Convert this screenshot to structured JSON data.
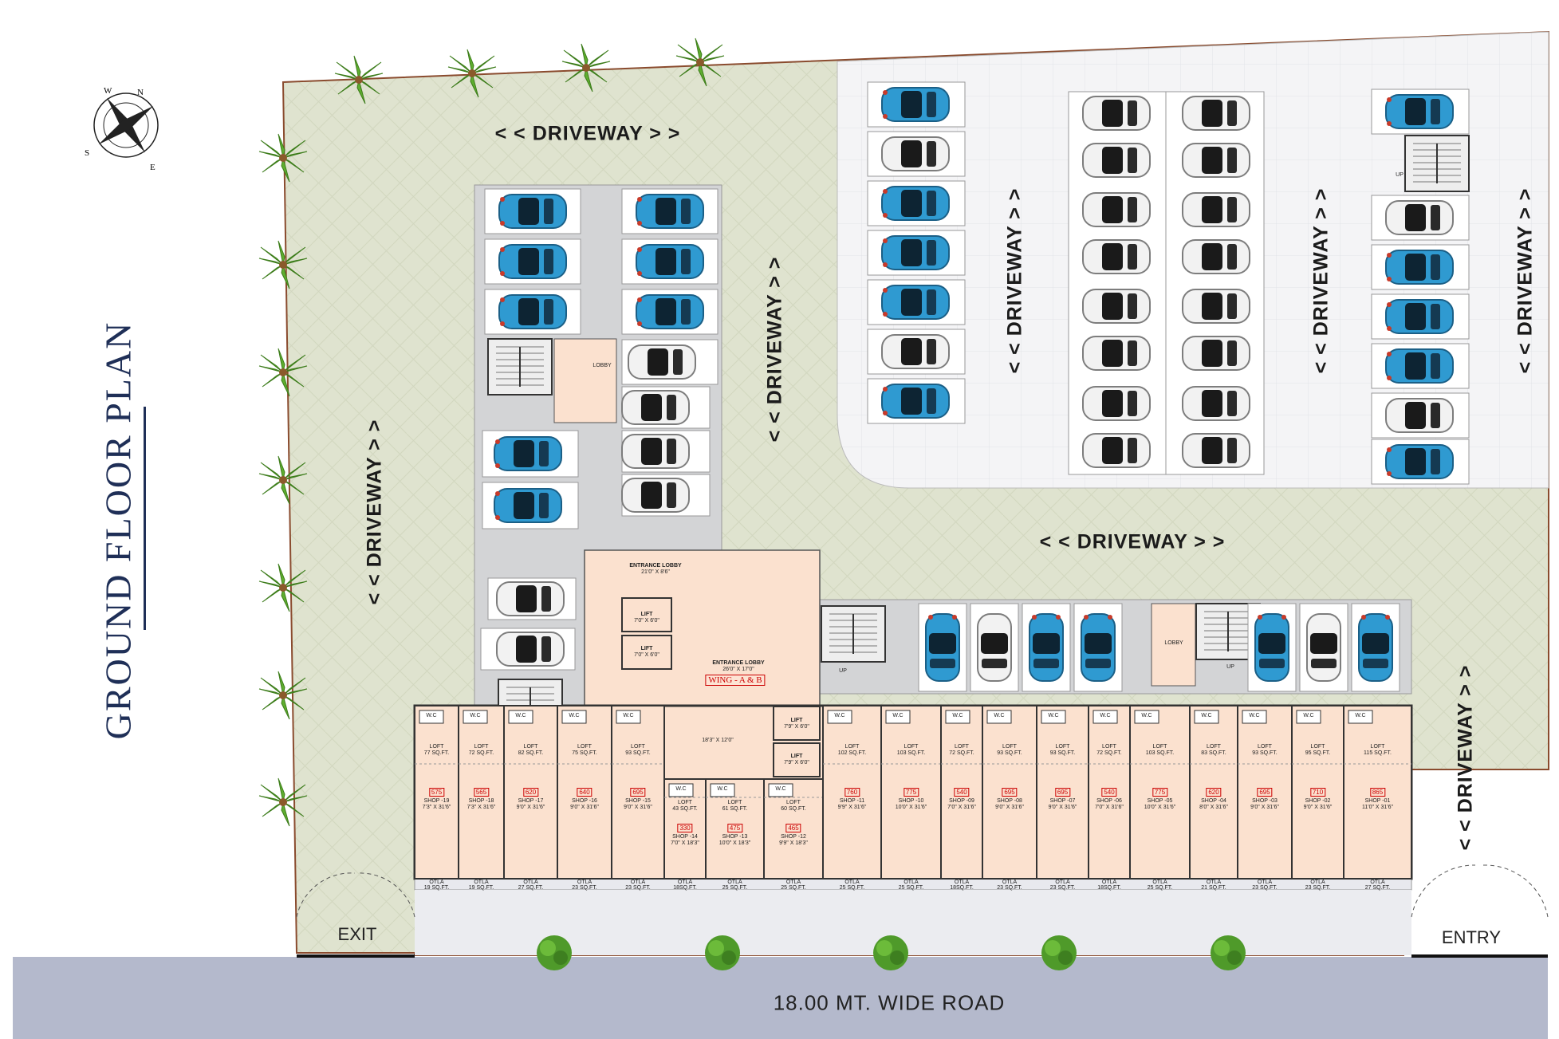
{
  "title": "GROUND FLOOR PLAN",
  "road_label": "18.00 MT. WIDE ROAD",
  "gates": {
    "exit": "EXIT",
    "entry": "ENTRY"
  },
  "driveway_label": "< < DRIVEWAY > >",
  "compass": {
    "letters": [
      "N",
      "E",
      "S",
      "W"
    ]
  },
  "colors": {
    "site_green": "#dfe3cf",
    "building_peach": "#fbe1cf",
    "parking_grey": "#d3d4d6",
    "road": "#b4b9cc",
    "open_parking_white": "#f4f4f6",
    "car_blue": "#2f9ad1",
    "car_white": "#f2f2f2",
    "title_navy": "#1f2f57"
  },
  "core": {
    "entrance_lobby_top": "ENTRANCE LOBBY",
    "entrance_lobby_top_dim": "21'0\" X 8'6\"",
    "entrance_lobby_main": "ENTRANCE LOBBY",
    "entrance_lobby_main_dim": "26'0\" X 17'0\"",
    "wing": "WING - A & B",
    "lobby_dim": "18'3\" X 12'0\"",
    "lift": "LIFT",
    "lift_dim": "7'0\" X 6'0\"",
    "lift_right_dim": "7'9\" X 6'0\"",
    "lobby": "LOBBY",
    "up": "UP"
  },
  "labels": {
    "wc": "W.C",
    "loft": "LOFT",
    "otla": "OTLA"
  },
  "shops": [
    {
      "no": "SHOP -19",
      "area": "575",
      "loft": "77 SQ.FT.",
      "dim": "7'3\" X 31'6\"",
      "otla": "19 SQ.FT."
    },
    {
      "no": "SHOP -18",
      "area": "565",
      "loft": "72 SQ.FT.",
      "dim": "7'3\" X 31'6\"",
      "otla": "19 SQ.FT."
    },
    {
      "no": "SHOP -17",
      "area": "620",
      "loft": "82 SQ.FT.",
      "dim": "9'0\" X 31'6\"",
      "otla": "27 SQ.FT."
    },
    {
      "no": "SHOP -16",
      "area": "640",
      "loft": "75 SQ.FT.",
      "dim": "9'0\" X 31'6\"",
      "otla": "23 SQ.FT."
    },
    {
      "no": "SHOP -15",
      "area": "695",
      "loft": "93 SQ.FT.",
      "dim": "9'0\" X 31'6\"",
      "otla": "23 SQ.FT."
    },
    {
      "no": "SHOP -14",
      "area": "330",
      "loft": "43 SQ.FT.",
      "dim": "7'0\" X 18'3\"",
      "otla": "18SQ.FT."
    },
    {
      "no": "SHOP -13",
      "area": "475",
      "loft": "61 SQ.FT.",
      "dim": "10'0\" X 18'3\"",
      "otla": "25 SQ.FT."
    },
    {
      "no": "SHOP -12",
      "area": "465",
      "loft": "60 SQ.FT.",
      "dim": "9'9\" X 18'3\"",
      "otla": "25 SQ.FT."
    },
    {
      "no": "SHOP -11",
      "area": "760",
      "loft": "102 SQ.FT.",
      "dim": "9'9\" X 31'6\"",
      "otla": "25 SQ.FT."
    },
    {
      "no": "SHOP -10",
      "area": "775",
      "loft": "103 SQ.FT.",
      "dim": "10'0\" X 31'6\"",
      "otla": "25 SQ.FT."
    },
    {
      "no": "SHOP -09",
      "area": "540",
      "loft": "72 SQ.FT.",
      "dim": "7'0\" X 31'6\"",
      "otla": "18SQ.FT."
    },
    {
      "no": "SHOP -08",
      "area": "695",
      "loft": "93 SQ.FT.",
      "dim": "9'0\" X 31'6\"",
      "otla": "23 SQ.FT."
    },
    {
      "no": "SHOP -07",
      "area": "695",
      "loft": "93 SQ.FT.",
      "dim": "9'0\" X 31'6\"",
      "otla": "23 SQ.FT."
    },
    {
      "no": "SHOP -06",
      "area": "540",
      "loft": "72 SQ.FT.",
      "dim": "7'0\" X 31'6\"",
      "otla": "18SQ.FT."
    },
    {
      "no": "SHOP -05",
      "area": "775",
      "loft": "103 SQ.FT.",
      "dim": "10'0\" X 31'6\"",
      "otla": "25 SQ.FT."
    },
    {
      "no": "SHOP -04",
      "area": "620",
      "loft": "83 SQ.FT.",
      "dim": "8'0\" X 31'6\"",
      "otla": "21 SQ.FT."
    },
    {
      "no": "SHOP -03",
      "area": "695",
      "loft": "93 SQ.FT.",
      "dim": "9'0\" X 31'6\"",
      "otla": "23 SQ.FT."
    },
    {
      "no": "SHOP -02",
      "area": "710",
      "loft": "95 SQ.FT.",
      "dim": "9'0\" X 31'6\"",
      "otla": "23 SQ.FT."
    },
    {
      "no": "SHOP -01",
      "area": "865",
      "loft": "115 SQ.FT.",
      "dim": "11'0\" X 31'6\"",
      "otla": "27 SQ.FT."
    }
  ]
}
